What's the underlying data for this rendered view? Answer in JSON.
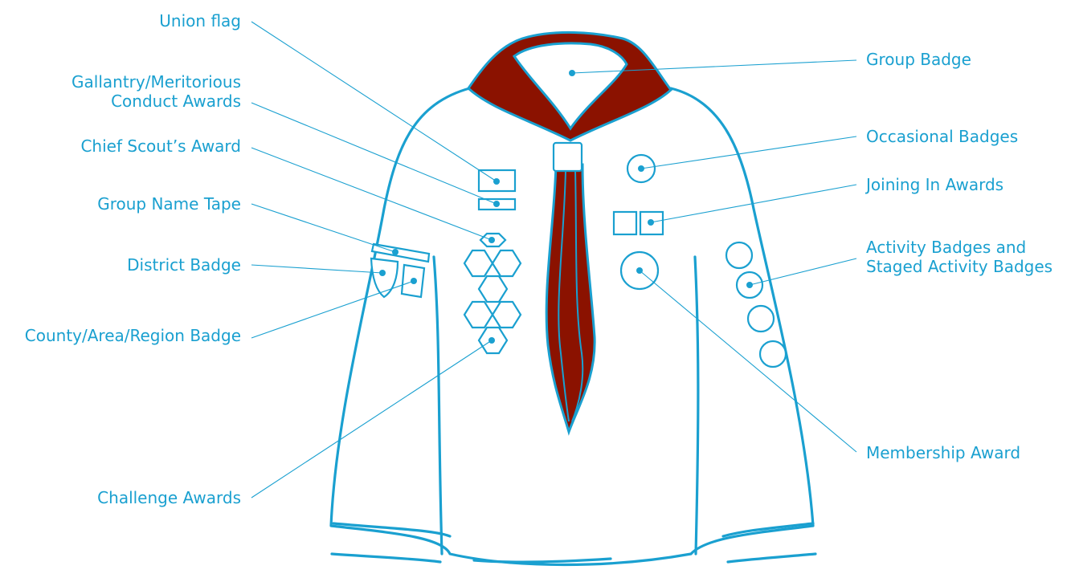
{
  "diagram": {
    "colors": {
      "line": "#1aa0d0",
      "neckerchief": "#8b1200",
      "background": "#ffffff"
    },
    "labels": {
      "union_flag": "Union flag",
      "gallantry_line1": "Gallantry/Meritorious",
      "gallantry_line2": "Conduct Awards",
      "chief_scout": "Chief Scout’s Award",
      "group_name_tape": "Group Name Tape",
      "district_badge": "District Badge",
      "county_badge": "County/Area/Region Badge",
      "challenge_awards": "Challenge Awards",
      "group_badge": "Group Badge",
      "occasional_badges": "Occasional Badges",
      "joining_in": "Joining In Awards",
      "activity_line1": "Activity Badges and",
      "activity_line2": "Staged Activity Badges",
      "membership_award": "Membership Award"
    }
  }
}
